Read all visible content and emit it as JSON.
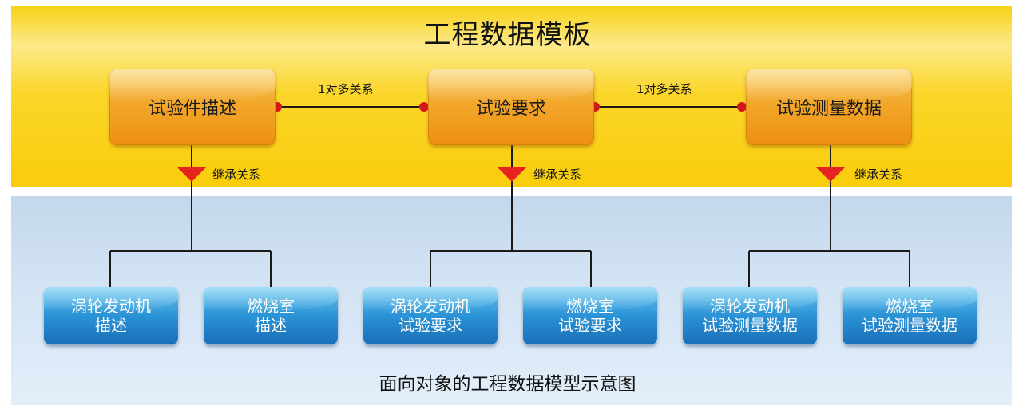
{
  "title": "工程数据模板",
  "caption": "面向对象的工程数据模型示意图",
  "relations": {
    "one_to_many": "1对多关系",
    "inheritance": "继承关系"
  },
  "classes": [
    {
      "label": "试验件描述"
    },
    {
      "label": "试验要求"
    },
    {
      "label": "试验测量数据"
    }
  ],
  "subclasses": [
    {
      "line1": "涡轮发动机",
      "line2": "描述"
    },
    {
      "line1": "燃烧室",
      "line2": "描述"
    },
    {
      "line1": "涡轮发动机",
      "line2": "试验要求"
    },
    {
      "line1": "燃烧室",
      "line2": "试验要求"
    },
    {
      "line1": "涡轮发动机",
      "line2": "试验测量数据"
    },
    {
      "line1": "燃烧室",
      "line2": "试验测量数据"
    }
  ],
  "colors": {
    "yellow_band": "#f9cd0c",
    "blue_band": "#c3d7ec",
    "orange_box": "#f2a62a",
    "blue_box": "#2a93d6",
    "connector_dot": "#d8141c",
    "inherit_arrow": "#e5241f"
  }
}
